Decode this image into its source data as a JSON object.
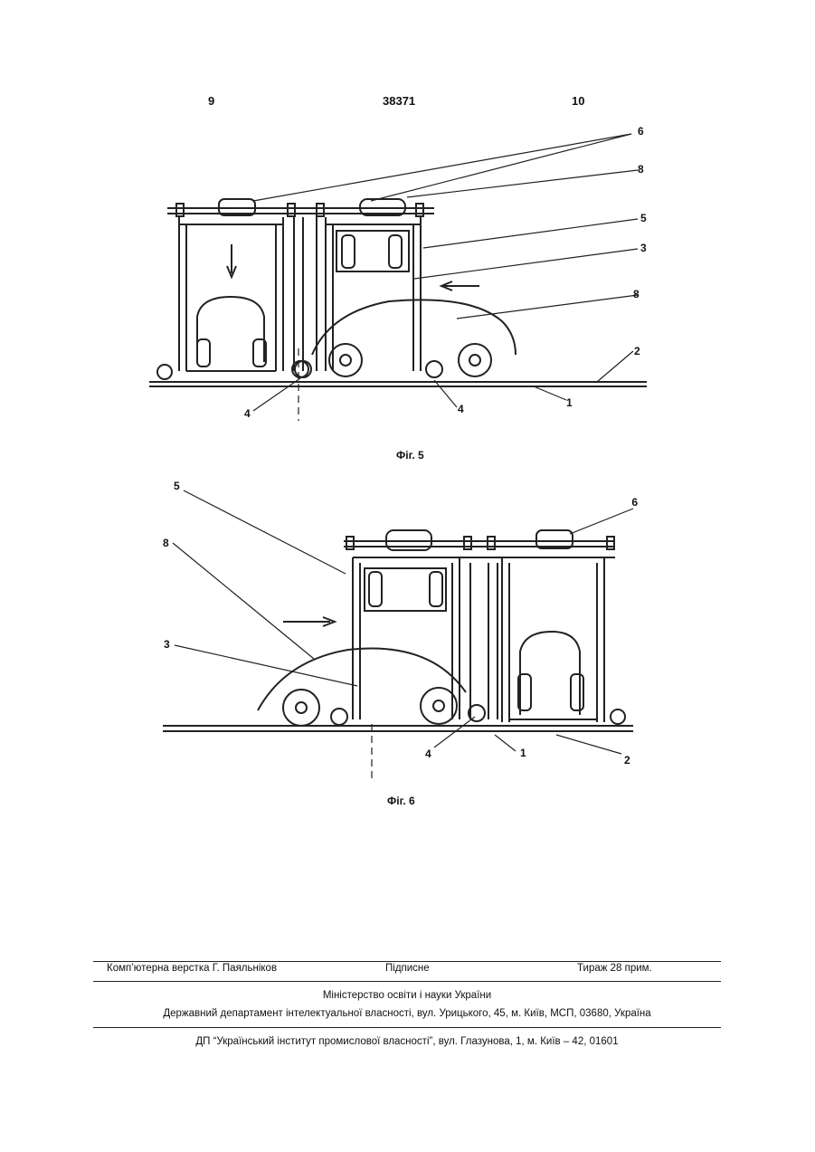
{
  "header": {
    "left_page": "9",
    "patent_number": "38371",
    "right_page": "10"
  },
  "figure5": {
    "caption": "Фіг. 5",
    "labels": {
      "l6": "6",
      "l8top": "8",
      "l5": "5",
      "l3": "3",
      "l8": "8",
      "l2": "2",
      "l1": "1",
      "l4a": "4",
      "l4b": "4"
    }
  },
  "figure6": {
    "caption": "Фіг. 6",
    "labels": {
      "l5": "5",
      "l6": "6",
      "l8": "8",
      "l3": "3",
      "l4": "4",
      "l1": "1",
      "l2": "2"
    }
  },
  "footer": {
    "typesetting": "Комп’ютерна верстка Г. Паяльніков",
    "signed": "Підписне",
    "circulation": "Тираж 28 прим.",
    "ministry": "Міністерство освіти і науки України",
    "department": "Державний департамент інтелектуальної власності, вул. Урицького, 45, м. Київ, МСП, 03680, Україна",
    "institute": "ДП “Український інститут промислової власності”, вул. Глазунова, 1, м. Київ – 42, 01601"
  }
}
